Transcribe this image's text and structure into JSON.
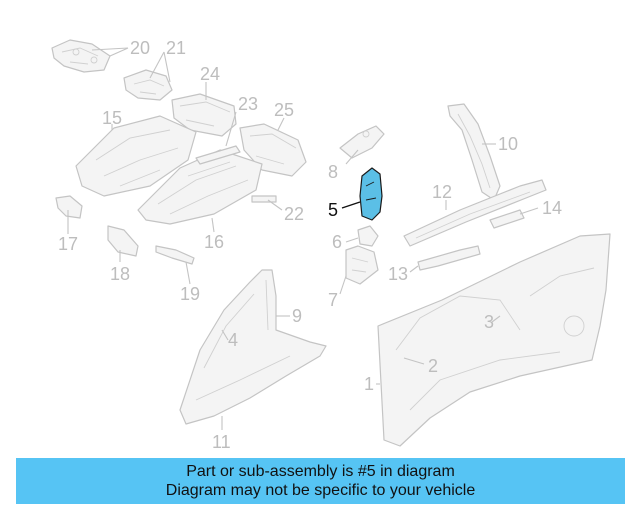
{
  "diagram": {
    "callouts": [
      "1",
      "2",
      "3",
      "4",
      "5",
      "6",
      "7",
      "8",
      "9",
      "10",
      "11",
      "12",
      "13",
      "14",
      "15",
      "16",
      "17",
      "18",
      "19",
      "20",
      "21",
      "22",
      "23",
      "24",
      "25"
    ],
    "highlighted_part": "5",
    "colors": {
      "highlight": "#5bbfe6",
      "banner": "#56c4f4",
      "parts_line": "#c4c4c4",
      "callout_text": "#bdbdbd"
    }
  },
  "banner": {
    "line1": "Part or sub-assembly is #5 in diagram",
    "line2": "Diagram may not be specific to your vehicle"
  }
}
